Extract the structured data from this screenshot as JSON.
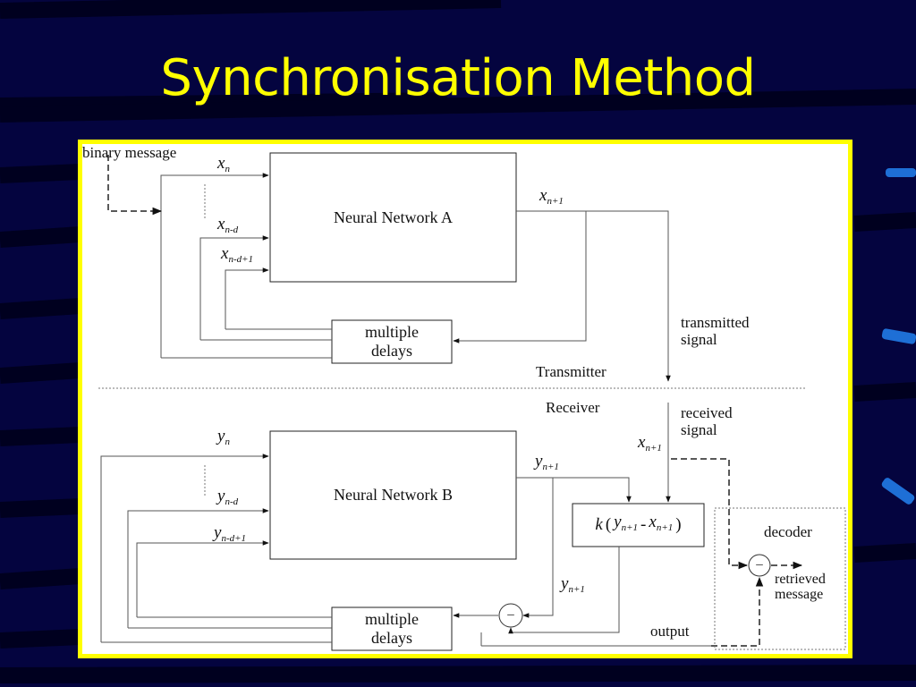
{
  "slide": {
    "title": "Synchronisation Method"
  },
  "diagram": {
    "labels": {
      "binary_message": "binary message",
      "nn_a": "Neural Network A",
      "nn_b": "Neural Network B",
      "delays_a": "multiple\ndelays",
      "delays_b": "multiple\ndelays",
      "transmitted_signal": "transmitted\nsignal",
      "transmitter": "Transmitter",
      "receiver": "Receiver",
      "received_signal": "received\nsignal",
      "decoder": "decoder",
      "retrieved_message": "retrieved\nmessage",
      "output": "output",
      "minus_sign": "–"
    },
    "variables": {
      "xn": {
        "base": "x",
        "sub": "n"
      },
      "xnd": {
        "base": "x",
        "sub": "n-d"
      },
      "xnd1": {
        "base": "x",
        "sub": "n-d+1"
      },
      "xn1_a": {
        "base": "x",
        "sub": "n+1"
      },
      "xn1_r": {
        "base": "x",
        "sub": "n+1"
      },
      "yn": {
        "base": "y",
        "sub": "n"
      },
      "ynd": {
        "base": "y",
        "sub": "n-d"
      },
      "ynd1": {
        "base": "y",
        "sub": "n-d+1"
      },
      "yn1_a": {
        "base": "y",
        "sub": "n+1"
      },
      "yn1_b": {
        "base": "y",
        "sub": "n+1"
      }
    },
    "formula": {
      "k": "k",
      "open": "(",
      "y": "y",
      "ysub": "n+1",
      "minus": "-",
      "x": "x",
      "xsub": "n+1",
      "close": ")"
    }
  }
}
